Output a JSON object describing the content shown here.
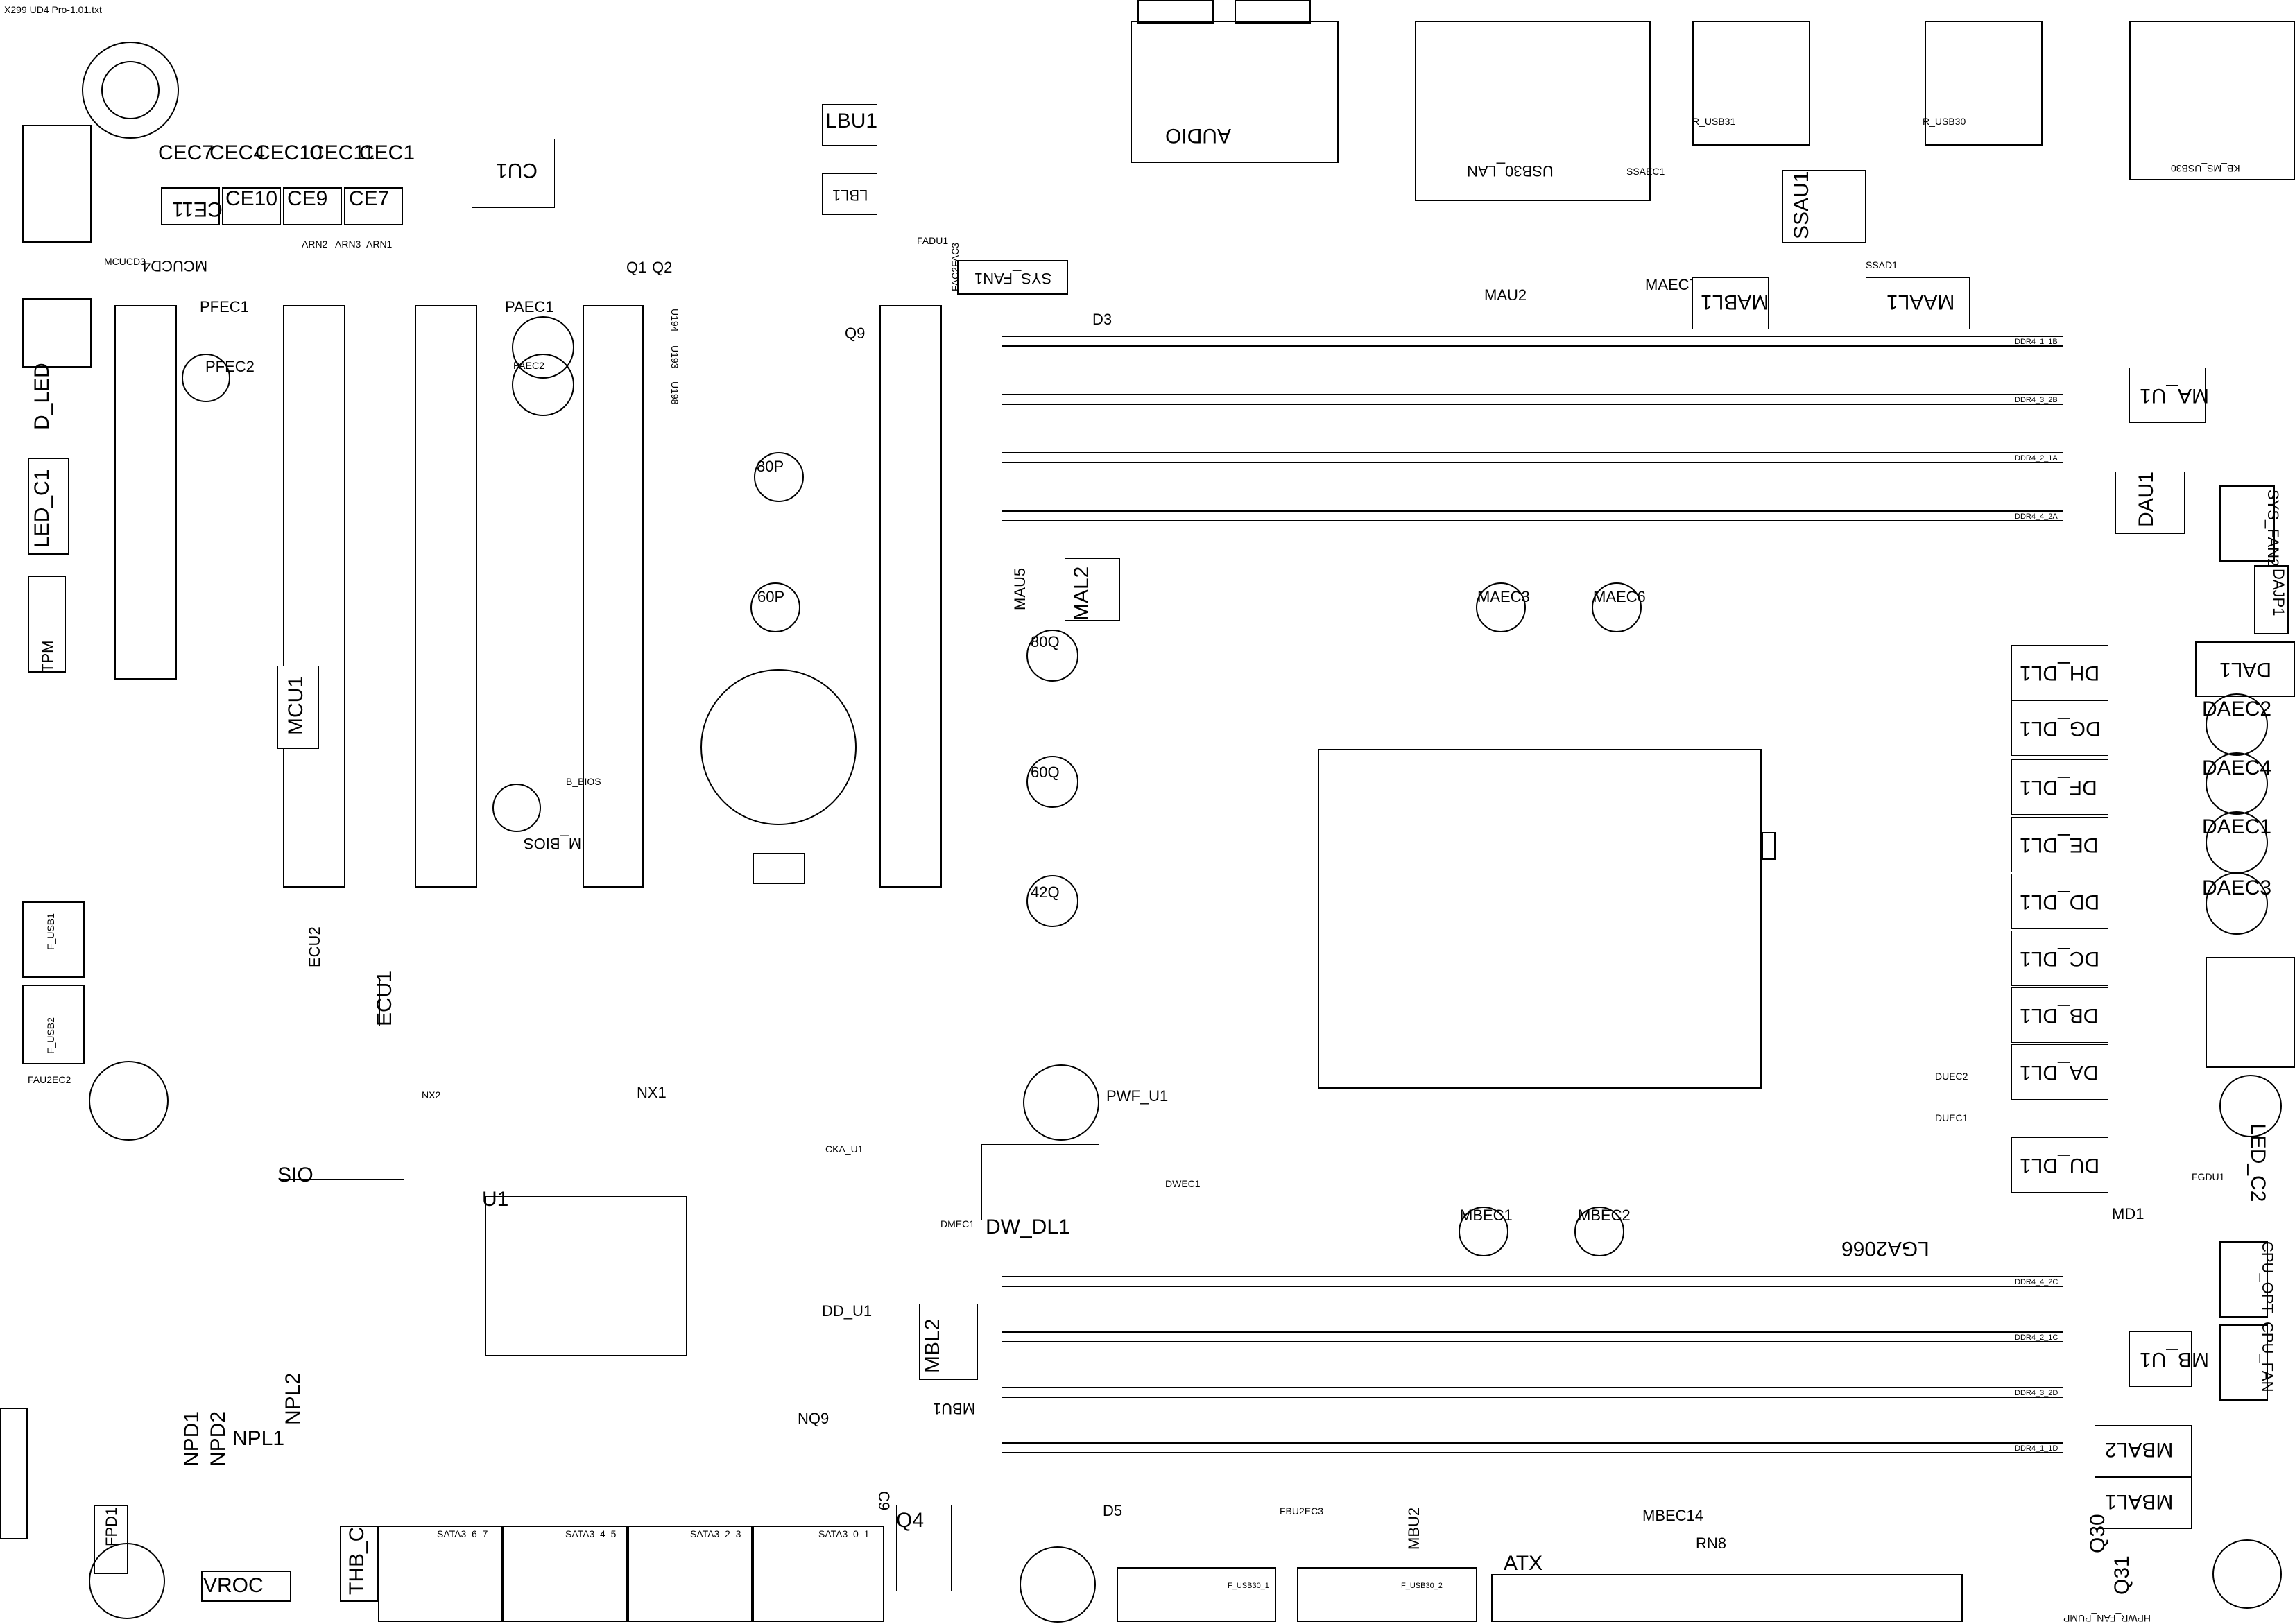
{
  "file_title": "X299 UD4 Pro-1.01.txt",
  "labels": {
    "audio": "AUDIO",
    "usb30_lan": "USB30_LAN",
    "r_usb31": "R_USB31",
    "r_usb30": "R_USB30",
    "kb_ms_usb30": "KB_MS_USB30",
    "lbu1": "LBU1",
    "lbl1": "LBL1",
    "cu1": "CU1",
    "cec7": "CEC7",
    "cec4": "CEC4",
    "cec10": "CEC10",
    "cec11": "CEC11",
    "cec1": "CEC1",
    "ce11": "CE11",
    "ce10": "CE10",
    "ce9": "CE9",
    "ce7": "CE7",
    "mcucd3": "MCUCD3",
    "mcucd4": "MCUCD4",
    "d_led": "D_LED",
    "led_c1": "LED_C1",
    "tpm": "TPM",
    "pfec1": "PFEC1",
    "pfec2": "PFEC2",
    "paec1": "PAEC1",
    "paec2": "PAEC2",
    "q1": "Q1",
    "q2": "Q2",
    "q9": "Q9",
    "d3": "D3",
    "sys_fan1": "SYS_FAN1",
    "p80": "80P",
    "p60": "60P",
    "mal2": "MAL2",
    "mau5": "MAU5",
    "q80": "80Q",
    "q60": "60Q",
    "q42": "42Q",
    "mcu1": "MCU1",
    "m_bios": "M_BIOS",
    "b_bios": "B_BIOS",
    "mau2": "MAU2",
    "maec7": "MAEC7",
    "mabl1": "MABL1",
    "maal1": "MAAL1",
    "ssau1": "SSAU1",
    "ssaec1": "SSAEC1",
    "maec3": "MAEC3",
    "maec6": "MAEC6",
    "ma_u1": "MA_U1",
    "dau1": "DAU1",
    "sys_fan2": "SYS_FAN2",
    "dajp1": "DAJP1",
    "dal1": "DAL1",
    "daec2": "DAEC2",
    "daec4": "DAEC4",
    "daec1": "DAEC1",
    "daec3": "DAEC3",
    "dh_dl1": "DH_DL1",
    "dg_dl1": "DG_DL1",
    "df_dl1": "DF_DL1",
    "de_dl1": "DE_DL1",
    "dd_dl1": "DD_DL1",
    "dc_dl1": "DC_DL1",
    "db_dl1": "DB_DL1",
    "da_dl1": "DA_DL1",
    "du_dl1": "DU_DL1",
    "duec2": "DUEC2",
    "duec1": "DUEC1",
    "led_c2": "LED_C2",
    "lga2066": "LGA2066",
    "mbec1": "MBEC1",
    "mbec2": "MBEC2",
    "ecu1": "ECU1",
    "ecu2": "ECU2",
    "sio": "SIO",
    "u1": "U1",
    "nx1": "NX1",
    "nx2": "NX2",
    "dw_dl1": "DW_DL1",
    "pwf_u1": "PWF_U1",
    "dd_u1": "DD_U1",
    "mbl2": "MBL2",
    "mbu1": "MBU1",
    "nq9": "NQ9",
    "q4": "Q4",
    "c9": "C9",
    "npl1": "NPL1",
    "npl2": "NPL2",
    "npd1": "NPD1",
    "npd2": "NPD2",
    "fpd1": "FPD1",
    "vroc": "VROC",
    "thb_c": "THB_C",
    "sata3_6_7": "SATA3_6_7",
    "sata3_4_5": "SATA3_4_5",
    "sata3_2_3": "SATA3_2_3",
    "sata3_0_1": "SATA3_0_1",
    "d5": "D5",
    "atx": "ATX",
    "rn8": "RN8",
    "mbec14": "MBEC14",
    "mbu2": "MBU2",
    "fbu2ec3": "FBU2EC3",
    "q30": "Q30",
    "q31": "Q31",
    "mbal2": "MBAL2",
    "mbal1": "MBAL1",
    "mb_u1": "MB_U1",
    "cpu_opt": "CPU_OPT",
    "cpu_fan": "CPU_FAN",
    "fgdu1": "FGDU1",
    "md1": "MD1",
    "ddr4_1_1b": "DDR4_1_1B",
    "ddr4_3_2b": "DDR4_3_2B",
    "ddr4_2_1a": "DDR4_2_1A",
    "ddr4_4_2a": "DDR4_4_2A",
    "ddr4_4_2c": "DDR4_4_2C",
    "ddr4_2_1c": "DDR4_2_1C",
    "ddr4_3_2d": "DDR4_3_2D",
    "ddr4_1_1d": "DDR4_1_1D",
    "f_usb1": "F_USB1",
    "f_usb2": "F_USB2",
    "fau2ec2": "FAU2EC2",
    "arn2": "ARN2",
    "arn3": "ARN3",
    "arn1": "ARN1",
    "u194": "U194",
    "u193": "U193",
    "u198": "U198",
    "hpwr_fan_pump": "HPWR_FAN_PUMP",
    "f_usb30_1": "F_USB30_1",
    "f_usb30_2": "F_USB30_2",
    "ssad1": "SSAD1",
    "fadu1": "FADU1",
    "fac2fac3": "FAC2FAC3",
    "dwec1": "DWEC1",
    "cka_u1": "CKA_U1",
    "dmec1": "DMEC1"
  }
}
